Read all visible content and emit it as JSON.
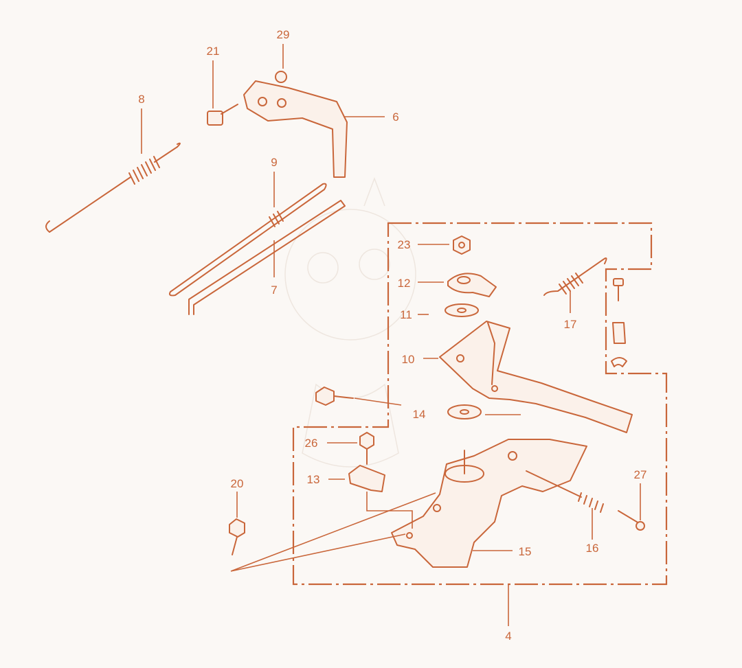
{
  "callouts": {
    "c29": "29",
    "c21": "21",
    "c8": "8",
    "c6": "6",
    "c9": "9",
    "c7": "7",
    "c23": "23",
    "c12": "12",
    "c11": "11",
    "c10": "10",
    "c17": "17",
    "c14": "14",
    "c26": "26",
    "c13": "13",
    "c20": "20",
    "c27": "27",
    "c16": "16",
    "c15": "15",
    "c4": "4"
  },
  "colors": {
    "line": "#c9663a",
    "background": "#fbf8f5"
  }
}
